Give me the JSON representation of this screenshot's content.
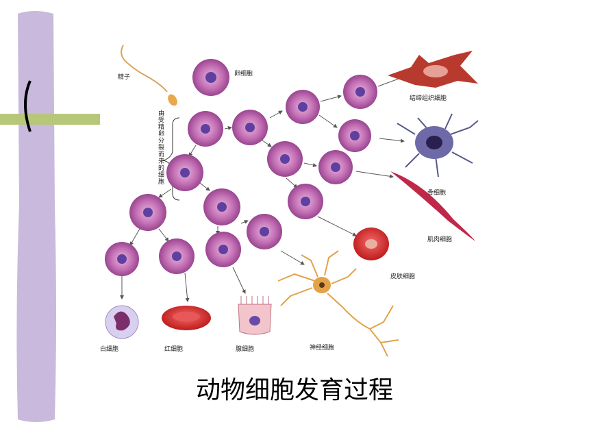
{
  "caption": "动物细胞发育过程",
  "labels": {
    "sperm": "精子",
    "egg": "卵细胞",
    "division": "由受精卵分裂而来的细胞",
    "connective": "结缔组织细胞",
    "bone": "骨细胞",
    "muscle": "肌肉细胞",
    "skin": "皮肤细胞",
    "white_blood": "白细胞",
    "red_blood": "红细胞",
    "gland": "腺细胞",
    "nerve": "神经细胞"
  },
  "colors": {
    "bar": "#c9b9dc",
    "bar_accent": "#b7c77a",
    "cell": "#b04f9a",
    "nucleus": "#5f3fa0",
    "red_cell": "#d62828"
  }
}
